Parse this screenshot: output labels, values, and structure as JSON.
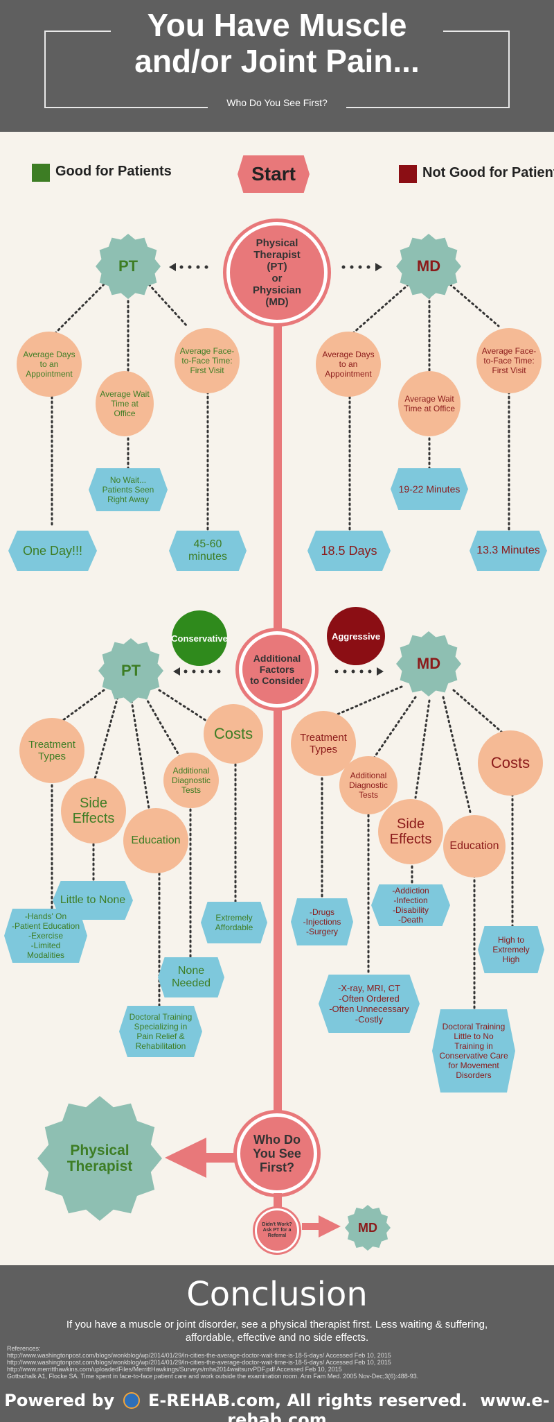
{
  "header": {
    "title_line1": "You Have Muscle",
    "title_line2": "and/or Joint Pain...",
    "subtitle": "Who Do You See First?"
  },
  "legend": {
    "good": "Good for Patients",
    "bad": "Not Good for Patients",
    "good_color": "#3d7d24",
    "bad_color": "#8b0e14"
  },
  "start": "Start",
  "main_question": [
    "Physical",
    "Therapist",
    "(PT)",
    "or",
    "Physician",
    "(MD)"
  ],
  "pt_label": "PT",
  "md_label": "MD",
  "section1": {
    "pt": {
      "days_label": "Average Days to an Appointment",
      "wait_label": "Average Wait Time at Office",
      "face_label": "Average Face-to-Face Time: First Visit",
      "wait_value": "No Wait... Patients Seen Right Away",
      "days_value": "One Day!!!",
      "face_value": "45-60 minutes"
    },
    "md": {
      "days_label": "Average Days to an Appointment",
      "wait_label": "Average Wait Time at Office",
      "face_label": "Average Face-to-Face Time: First Visit",
      "wait_value": "19-22 Minutes",
      "days_value": "18.5 Days",
      "face_value": "13.3 Minutes"
    }
  },
  "section2": {
    "conservative": "Conservative",
    "aggressive": "Aggressive",
    "center": [
      "Additional",
      "Factors",
      "to Consider"
    ],
    "pt": {
      "treatment": "Treatment Types",
      "side_effects": "Side Effects",
      "education": "Education",
      "diagnostic": "Additional Diagnostic Tests",
      "costs": "Costs",
      "side_value": "Little to None",
      "costs_value": "Extremely Affordable",
      "treatment_value": [
        "-Hands' On",
        "-Patient Education",
        "-Exercise",
        "-Limited Modalities"
      ],
      "diagnostic_value": "None Needed",
      "education_value": "Doctoral Training Specializing in Pain Relief & Rehabilitation"
    },
    "md": {
      "treatment": "Treatment Types",
      "diagnostic": "Additional Diagnostic Tests",
      "side_effects": "Side Effects",
      "education": "Education",
      "costs": "Costs",
      "side_value": [
        "-Addiction",
        "-Infection",
        "-Disability",
        "-Death"
      ],
      "treatment_value": [
        "-Drugs",
        "-Injections",
        "-Surgery"
      ],
      "costs_value": "High to Extremely High",
      "diagnostic_value": [
        "-X-ray, MRI, CT",
        "-Often Ordered",
        "-Often Unnecessary",
        "-Costly"
      ],
      "education_value": "Doctoral Training Little to No Training in Conservative Care for Movement Disorders"
    }
  },
  "final": {
    "question": [
      "Who Do",
      "You See",
      "First?"
    ],
    "answer": "Physical Therapist",
    "fallback": "Didn't Work? Ask PT for a Referral",
    "fallback_target": "MD"
  },
  "footer": {
    "title": "Conclusion",
    "text": "If you have a muscle or joint disorder, see a physical therapist first. Less waiting & suffering, affordable, effective and no side effects.",
    "refs": [
      "References:",
      "http://www.washingtonpost.com/blogs/wonkblog/wp/2014/01/29/in-cities-the-average-doctor-wait-time-is-18-5-days/ Accessed Feb 10, 2015",
      "http://www.washingtonpost.com/blogs/wonkblog/wp/2014/01/29/in-cities-the-average-doctor-wait-time-is-18-5-days/ Accessed Feb 10, 2015",
      "http://www.merritthawkins.com/uploadedFiles/MerrittHawkings/Surveys/mha2014waitsurvPDF.pdf Accessed Feb 10, 2015",
      "Gottschalk A1, Flocke SA. Time spent in face-to-face patient care and work outside the examination room. Ann Fam Med. 2005 Nov-Dec;3(6):488-93."
    ],
    "powered": "Powered by",
    "brand": "E-REHAB.com, All rights reserved.",
    "url": "www.e-rehab.com"
  }
}
